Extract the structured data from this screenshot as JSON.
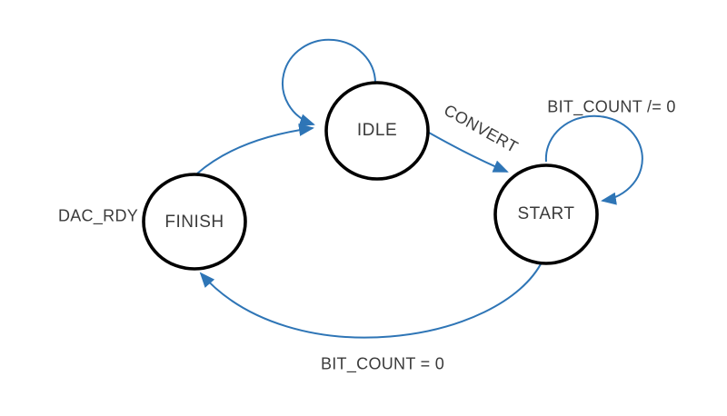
{
  "diagram": {
    "type": "state-machine",
    "colors": {
      "accent": "#2E75B6",
      "ink": "#000000",
      "text": "#3B3B3B",
      "background": "#FFFFFF"
    },
    "states": [
      {
        "id": "idle",
        "label": "IDLE"
      },
      {
        "id": "start",
        "label": "START"
      },
      {
        "id": "finish",
        "label": "FINISH"
      }
    ],
    "transitions": [
      {
        "from": "idle",
        "to": "idle",
        "label": ""
      },
      {
        "from": "idle",
        "to": "start",
        "label": "CONVERT"
      },
      {
        "from": "start",
        "to": "start",
        "label": "BIT_COUNT /= 0"
      },
      {
        "from": "start",
        "to": "finish",
        "label": "BIT_COUNT = 0"
      },
      {
        "from": "finish",
        "to": "idle",
        "label": "DAC_RDY"
      }
    ]
  }
}
